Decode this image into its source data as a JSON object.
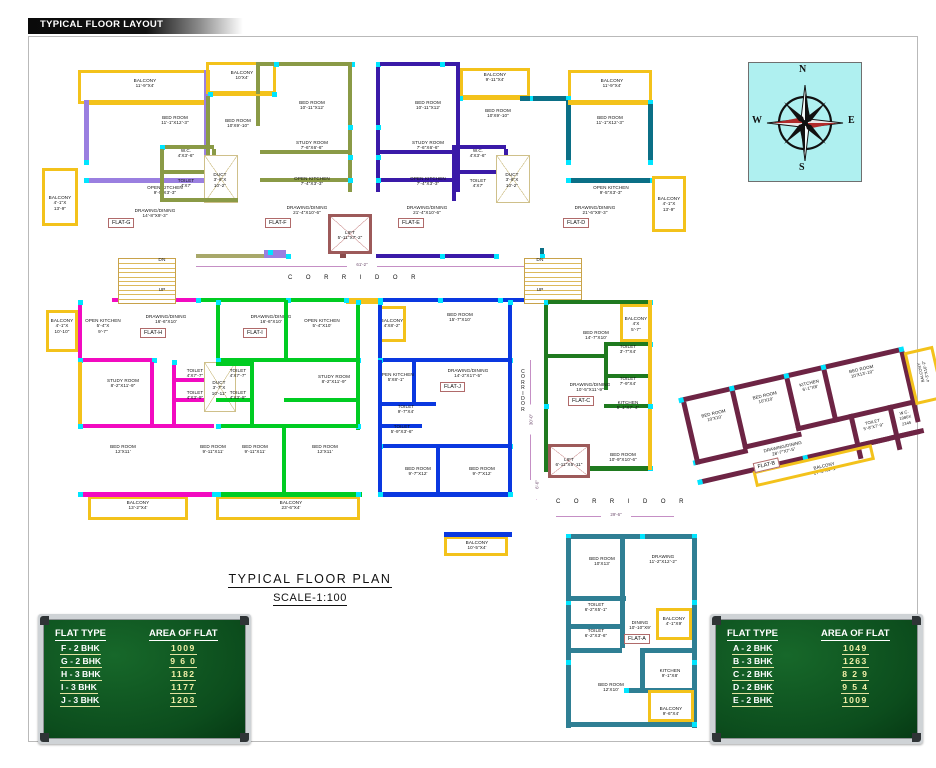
{
  "header": {
    "banner_title": "TYPICAL FLOOR LAYOUT"
  },
  "title_block": {
    "line1": "TYPICAL  FLOOR  PLAN",
    "line2": "SCALE-1:100"
  },
  "compass": {
    "north": "N",
    "south": "S",
    "east": "E",
    "west": "W"
  },
  "corridor": {
    "main_label": "C  O  R  R  I  D  O  R",
    "vertical_label": "C O R R I D O R",
    "lower_label": "C  O  R  R  I  D  O  R",
    "dim_main": "61'-2\"",
    "dim_lower": "29'-6\"",
    "dim_right": "6'-6\"",
    "dim_vert": "30'-0\"",
    "dim_c": "6'-6\"",
    "stair_up": "UP",
    "stair_dn": "DN"
  },
  "lifts": [
    {
      "name": "LIFT",
      "size": "5'-11\"X7'-2\""
    },
    {
      "name": "LIFT",
      "size": "6'-11\"X5'-11\""
    }
  ],
  "flats": [
    {
      "tag": "FLAT-G",
      "accent": "#9a7fe0",
      "rooms": [
        {
          "name": "BALCONY",
          "size": "11'-9\"X4'"
        },
        {
          "name": "BED ROOM",
          "size": "11'-1\"X12'-3\""
        },
        {
          "name": "OPEN KITCHEN",
          "size": "9'-5\"X3'-3\""
        },
        {
          "name": "BALCONY",
          "size": "4'-1\"X\n13'-9\""
        },
        {
          "name": "DRAWING/DINING",
          "size": "14'-8\"X9'-3\""
        }
      ]
    },
    {
      "tag": "FLAT-F",
      "accent": "#8a9a46",
      "rooms": [
        {
          "name": "BALCONY",
          "size": "10'X4'"
        },
        {
          "name": "BED ROOM",
          "size": "10'X9'-10\""
        },
        {
          "name": "BED ROOM",
          "size": "10'-11\"X12'"
        },
        {
          "name": "STUDY ROOM",
          "size": "7'-6\"X6'-6\""
        },
        {
          "name": "OPEN KITCHEN",
          "size": "7'-4\"X3'-3\""
        },
        {
          "name": "W.C.",
          "size": "4'X3'-6\""
        },
        {
          "name": "TOILET",
          "size": "4'X7'"
        },
        {
          "name": "DUCT",
          "size": "3'-6\"X\n10'-2\""
        },
        {
          "name": "DRAWING/DINING",
          "size": "21'-4\"X10'-6\""
        }
      ]
    },
    {
      "tag": "FLAT-E",
      "accent": "#3a1aa8",
      "rooms": [
        {
          "name": "BED ROOM",
          "size": "10'-11\"X12'"
        },
        {
          "name": "STUDY ROOM",
          "size": "7'-6\"X6'-6\""
        },
        {
          "name": "OPEN KITCHEN",
          "size": "7'-4\"X3'-3\""
        },
        {
          "name": "BALCONY",
          "size": "9'-11\"X4'"
        },
        {
          "name": "BED ROOM",
          "size": "10'X9'-10\""
        },
        {
          "name": "W.C.",
          "size": "4'X3'-6\""
        },
        {
          "name": "TOILET",
          "size": "4'X7'"
        },
        {
          "name": "DUCT",
          "size": "3'-6\"X\n10'-2\""
        },
        {
          "name": "DRAWING/DINING",
          "size": "21'-4\"X10'-6\""
        }
      ]
    },
    {
      "tag": "FLAT-D",
      "accent": "#0b6f86",
      "rooms": [
        {
          "name": "BALCONY",
          "size": "11'-9\"X4'"
        },
        {
          "name": "BED ROOM",
          "size": "11'-1\"X12'-3\""
        },
        {
          "name": "OPEN KITCHEN",
          "size": "9'-5\"X3'-3\""
        },
        {
          "name": "BALCONY",
          "size": "4'-1\"X\n13'-9\""
        },
        {
          "name": "DRAWING/DINING",
          "size": "21'-6\"X9'-3\""
        }
      ]
    },
    {
      "tag": "FLAT-H",
      "accent": "#f20ac0",
      "rooms": [
        {
          "name": "BALCONY",
          "size": "4'-1\"X\n10'-10\""
        },
        {
          "name": "OPEN KITCHEN",
          "size": "5'-4\"X\n9'-7\""
        },
        {
          "name": "DRAWING/DINING",
          "size": "16'-6\"X10'"
        },
        {
          "name": "STUDY ROOM",
          "size": "8'-2\"X11'-9\""
        },
        {
          "name": "BED ROOM",
          "size": "12'X11'"
        },
        {
          "name": "TOILET",
          "size": "4'X7'-7\""
        },
        {
          "name": "TOILET",
          "size": "4'X3'-9\""
        },
        {
          "name": "DUCT",
          "size": "3'-7\"X\n10'-11\""
        },
        {
          "name": "BED ROOM",
          "size": "9'-11\"X11'"
        },
        {
          "name": "BALCONY",
          "size": "13'-2\"X4'"
        }
      ]
    },
    {
      "tag": "FLAT-I",
      "accent": "#00cc22",
      "rooms": [
        {
          "name": "DRAWING/DINING",
          "size": "16'-6\"X10'"
        },
        {
          "name": "OPEN KITCHEN",
          "size": "5'-4\"X10'"
        },
        {
          "name": "STUDY ROOM",
          "size": "8'-2\"X11'-9\""
        },
        {
          "name": "TOILET",
          "size": "4'X7'-7\""
        },
        {
          "name": "TOILET",
          "size": "4'X3'-9\""
        },
        {
          "name": "BED ROOM",
          "size": "9'-11\"X11'"
        },
        {
          "name": "BED ROOM",
          "size": "12'X11'"
        },
        {
          "name": "BALCONY",
          "size": "23'-6\"X4'"
        }
      ]
    },
    {
      "tag": "FLAT-J",
      "accent": "#0a38e0",
      "rooms": [
        {
          "name": "BALCONY",
          "size": "4'X8'-2\""
        },
        {
          "name": "BED ROOM",
          "size": "15'-7\"X10'"
        },
        {
          "name": "OPEN KITCHEN",
          "size": "5'X8'-1\""
        },
        {
          "name": "DRAWING/DINING",
          "size": "14'-2\"X17'-5\""
        },
        {
          "name": "TOILET",
          "size": "9'-7\"X4'"
        },
        {
          "name": "TOILET",
          "size": "5'-9\"X3'-6\""
        },
        {
          "name": "BED ROOM",
          "size": "9'-7\"X12'"
        },
        {
          "name": "BED ROOM",
          "size": "9'-7\"X12'"
        },
        {
          "name": "BALCONY",
          "size": "10'-5\"X4'"
        }
      ]
    },
    {
      "tag": "FLAT-C",
      "accent": "#1f7a1f",
      "rooms": [
        {
          "name": "BED ROOM",
          "size": "14'-7\"X10'"
        },
        {
          "name": "BALCONY",
          "size": "4'X\n5'-7\""
        },
        {
          "name": "TOILET",
          "size": "3'-7\"X4'"
        },
        {
          "name": "TOILET",
          "size": "7'-9\"X4'"
        },
        {
          "name": "KITCHEN",
          "size": "5'-1\"X7'-4\""
        },
        {
          "name": "DRAWING/DINING",
          "size": "10'-5\"X11'-9\""
        },
        {
          "name": "BED ROOM",
          "size": "10'-9\"X10'-6\""
        }
      ]
    },
    {
      "tag": "FLAT-B",
      "accent": "#6d2444",
      "rooms": [
        {
          "name": "BED ROOM",
          "size": "10'X10'"
        },
        {
          "name": "BED ROOM",
          "size": "10'X10'"
        },
        {
          "name": "KITCHEN",
          "size": "6'-1\"X8'"
        },
        {
          "name": "BED ROOM",
          "size": "10'X13'-10\""
        },
        {
          "name": "BALCONY",
          "size": "4'-3\"X10'-2\""
        },
        {
          "name": "TOILET",
          "size": "5'-8\"X7'-9\""
        },
        {
          "name": "W.C.",
          "size": "1080X\n2345"
        },
        {
          "name": "DRAWING/DINING",
          "size": "28'-7\"X7'-5\""
        },
        {
          "name": "BALCONY",
          "size": "17'-5\"X4'-1\""
        }
      ]
    },
    {
      "tag": "FLAT-A",
      "accent": "#2f7f94",
      "rooms": [
        {
          "name": "BED ROOM",
          "size": "10'X13'"
        },
        {
          "name": "DRAWING",
          "size": "11'-2\"X12'-2\""
        },
        {
          "name": "TOILET",
          "size": "6'-2\"X5'-1\""
        },
        {
          "name": "TOILET",
          "size": "6'-2\"X3'-6\""
        },
        {
          "name": "DINING",
          "size": "10'-10\"X9'"
        },
        {
          "name": "BALCONY",
          "size": "4'-1\"X9'"
        },
        {
          "name": "KITCHEN",
          "size": "9'-1\"X8'"
        },
        {
          "name": "BED ROOM",
          "size": "12'X10'"
        },
        {
          "name": "BALCONY",
          "size": "9'-6\"X4'"
        }
      ]
    }
  ],
  "table_left": {
    "col1": "FLAT TYPE",
    "col2": "AREA OF FLAT",
    "rows": [
      {
        "type": "F - 2 BHK",
        "area": "1009"
      },
      {
        "type": "G - 2 BHK",
        "area": "9 6 0"
      },
      {
        "type": "H - 3 BHK",
        "area": "1182"
      },
      {
        "type": "I - 3 BHK",
        "area": "1177"
      },
      {
        "type": "J - 3 BHK",
        "area": "1203"
      }
    ]
  },
  "table_right": {
    "col1": "FLAT TYPE",
    "col2": "AREA OF FLAT",
    "rows": [
      {
        "type": "A - 2 BHK",
        "area": "1049"
      },
      {
        "type": "B - 3 BHK",
        "area": "1263"
      },
      {
        "type": "C - 2 BHK",
        "area": "8 2 9"
      },
      {
        "type": "D - 2 BHK",
        "area": "9 5 4"
      },
      {
        "type": "E - 2 BHK",
        "area": "1009"
      }
    ]
  }
}
